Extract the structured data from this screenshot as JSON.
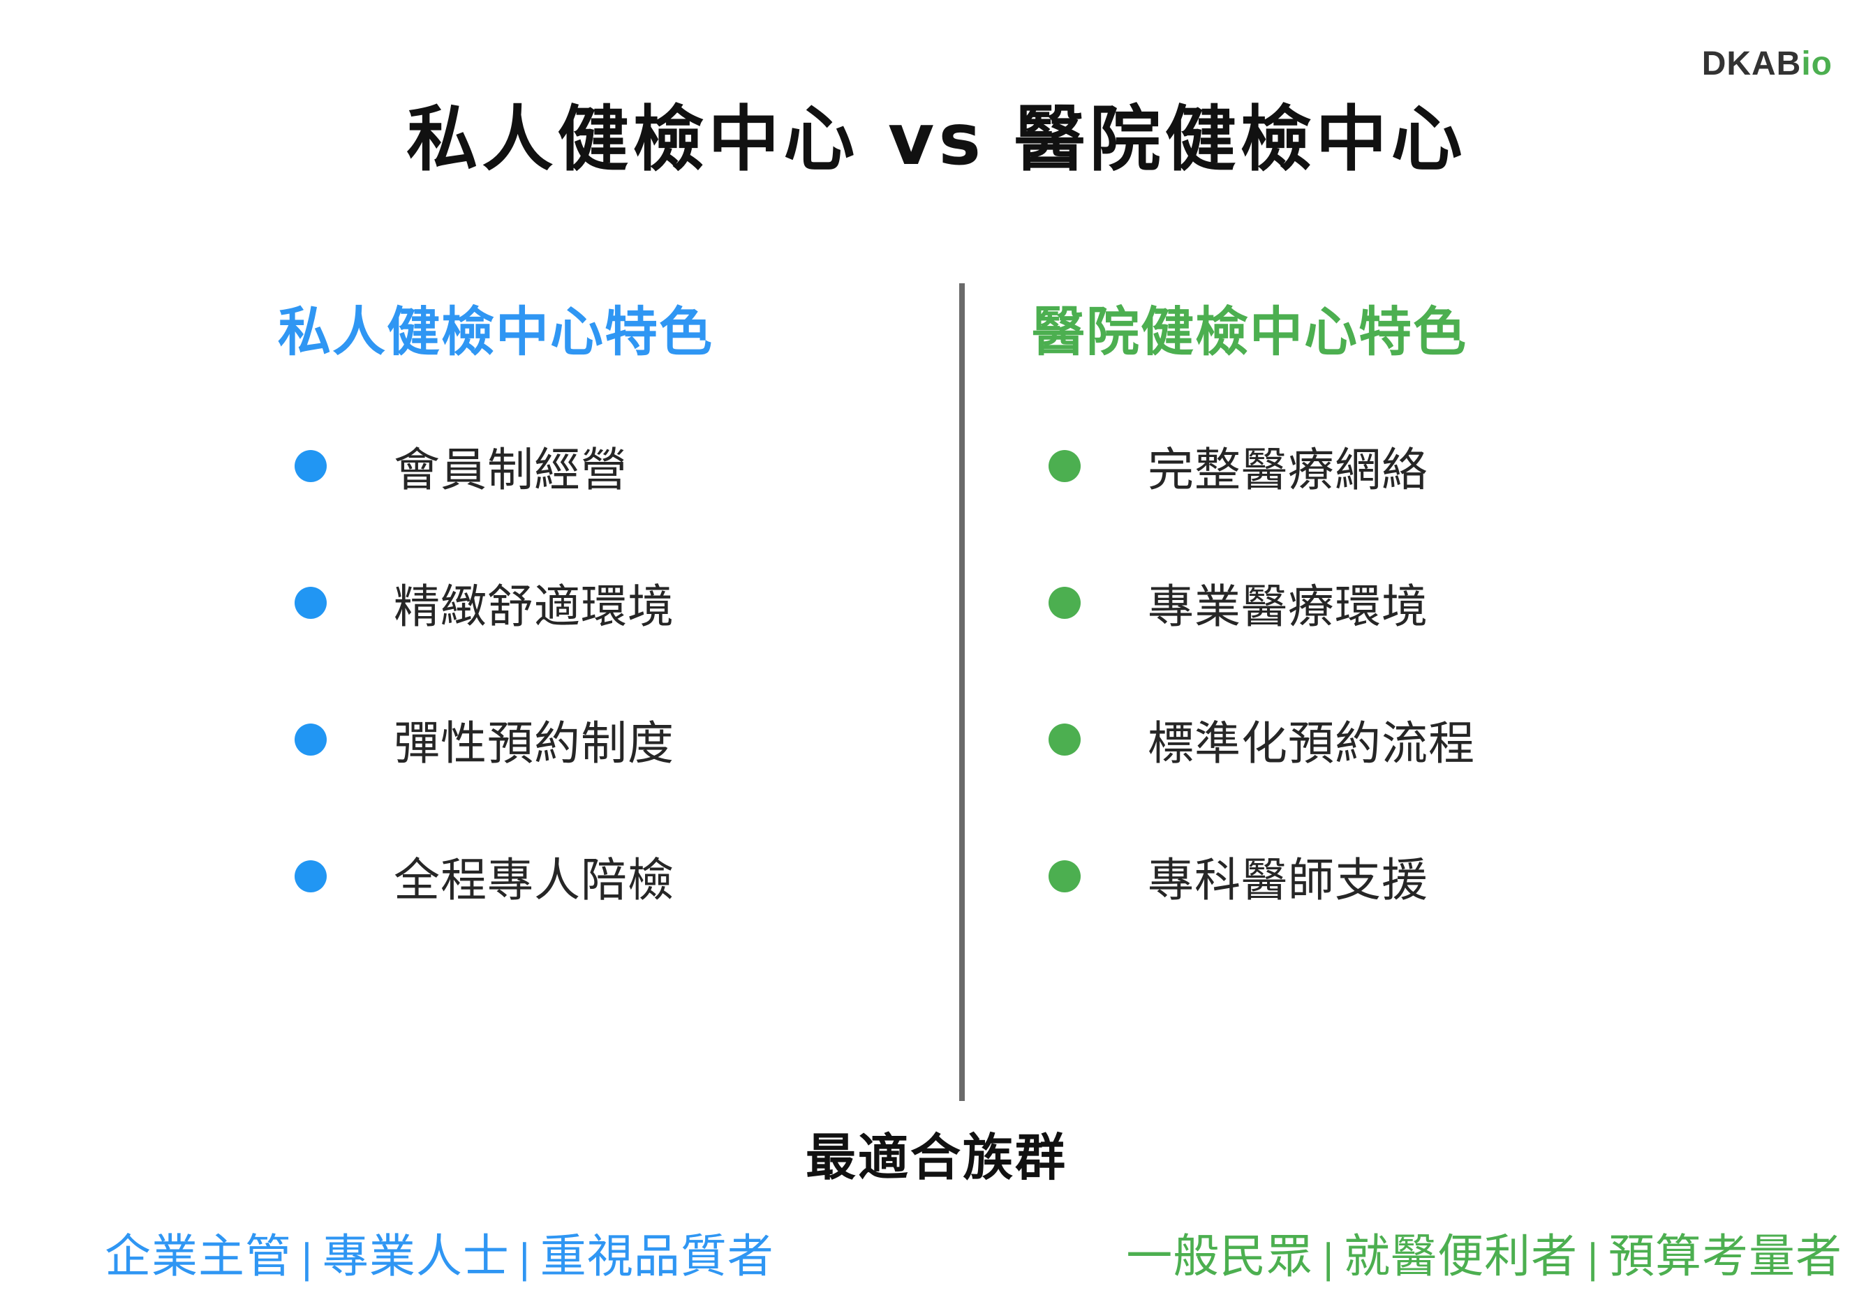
{
  "logo": {
    "main": "DKAB",
    "accent": "io"
  },
  "title": "私人健檢中心 vs 醫院健檢中心",
  "left_column": {
    "title": "私人健檢中心特色",
    "items": [
      "會員制經營",
      "精緻舒適環境",
      "彈性預約制度",
      "全程專人陪檢"
    ]
  },
  "right_column": {
    "title": "醫院健檢中心特色",
    "items": [
      "完整醫療網絡",
      "專業醫療環境",
      "標準化預約流程",
      "專科醫師支援"
    ]
  },
  "audience": {
    "title": "最適合族群",
    "separator": "|",
    "left": [
      "企業主管",
      "專業人士",
      "重視品質者"
    ],
    "right": [
      "一般民眾",
      "就醫便利者",
      "預算考量者"
    ]
  },
  "colors": {
    "private_accent": "#2f96f3",
    "hospital_accent": "#4caf50",
    "divider": "#6a6a6a"
  }
}
